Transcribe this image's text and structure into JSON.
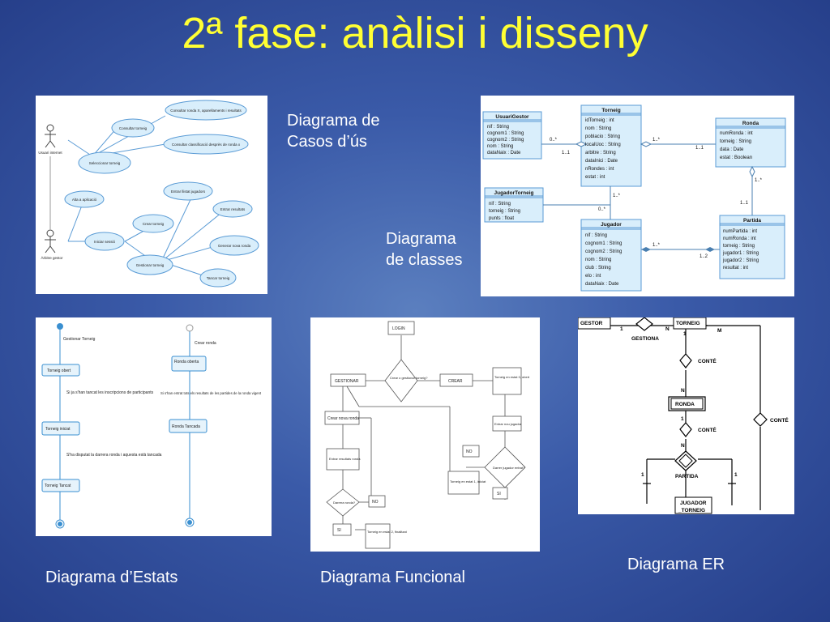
{
  "slide": {
    "title": "2ª fase: anàlisi i disseny"
  },
  "captions": {
    "use_cases_line1": "Diagrama de",
    "use_cases_line2": "Casos d’ús",
    "classes_line1": "Diagrama",
    "classes_line2": "de classes",
    "states": "Diagrama d’Estats",
    "functional": "Diagrama  Funcional",
    "er": "Diagrama  ER"
  },
  "use_case_diagram": {
    "actor_internet": "Usuari internet",
    "actor_admin": "Àrbitre gestor",
    "uc_consultar_ronda": "Consultar ronda X, aparellaments i resultats",
    "uc_consultar_torneig": "Consultar torneig",
    "uc_classificacio": "Consultar classificació desprès de ronda x",
    "uc_seleccionar": "Seleccionar torneig",
    "uc_alta": "Alta a aplicació",
    "uc_entrar_jugadors": "Entrar llistat jugadors",
    "uc_entrar_resultats": "Entrar resultats",
    "uc_crear": "Crear torneig",
    "uc_iniciar": "Iniciar sessió",
    "uc_generar": "Generar nova ronda",
    "uc_gestionar": "Gestionar torneig",
    "uc_tancar": "Tancar torneig"
  },
  "class_diagram": {
    "usuari": {
      "name": "UsuariGestor",
      "attrs": [
        "nif : String",
        "cognom1 : String",
        "cognom2 : String",
        "nom : String",
        "dataNaix : Date"
      ]
    },
    "torneig": {
      "name": "Torneig",
      "attrs": [
        "idTorneig : int",
        "nom : String",
        "poblacio : String",
        "localUoc : String",
        "arbitre : String",
        "dataInici : Date",
        "nRondes : int",
        "estat : int"
      ]
    },
    "ronda": {
      "name": "Ronda",
      "attrs": [
        "numRonda : int",
        "torneig : String",
        "data : Date",
        "estat : Boolean"
      ]
    },
    "jugadortorneig": {
      "name": "JugadorTorneig",
      "attrs": [
        "nif : String",
        "torneig : String",
        "punts : float"
      ]
    },
    "jugador": {
      "name": "Jugador",
      "attrs": [
        "nif : String",
        "cognom1 : String",
        "cognom2 : String",
        "nom : String",
        "club : String",
        "elo : int",
        "dataNaix : Date"
      ]
    },
    "partida": {
      "name": "Partida",
      "attrs": [
        "numPartida : int",
        "numRonda : int",
        "torneig : String",
        "jugador1 : String",
        "jugador2 : String",
        "resultat : int"
      ]
    },
    "mult_0n": "0..*",
    "mult_11": "1..1",
    "mult_1n": "1..*",
    "mult_12": "1..2"
  },
  "state_diagram": {
    "gestionar": "Gestionar Torneig",
    "obert": "Torneig obert",
    "note1": "Si ja s'han tancat les inscripcions de participants",
    "iniciat": "Torneig iniciat",
    "note2": "S'ha disputat la darrera ronda i aquesta està tancada",
    "tancat": "Torneig Tancat",
    "crear_ronda": "Crear ronda",
    "ronda_oberta": "Ronda oberta",
    "note3": "Si s'han entrat tots els resultats de les partides de la ronda vigent",
    "ronda_tancada": "Ronda Tancada"
  },
  "functional_diagram": {
    "login": "LOGIN",
    "decision": "Crear o gestionar torneig?",
    "gestionar": "GESTIONAR",
    "crear": "CREAR",
    "obert": "Torneig en estat 0, obert",
    "nova_ronda": "Crear nova ronda",
    "entrar_jugador": "Entrar nou jugador",
    "no1": "NO",
    "darrer_jugador": "Darrer jugador entrat?",
    "entrar_resultats": "Entrar resultats ronda",
    "iniciat": "Torneig en estat 1, iniciat",
    "si1": "SI",
    "darrera_ronda": "Darrera ronda?",
    "no2": "NO",
    "si2": "SI",
    "finalitzat": "Torneig en estat 2, finalitzat"
  },
  "er_diagram": {
    "gestor": "GESTOR",
    "torneig": "TORNEIG",
    "gestiona": "GESTIONA",
    "one": "1",
    "n": "N",
    "m": "M",
    "conte": "CONTÉ",
    "ronda": "RONDA",
    "partida": "PARTIDA",
    "jugador_torneig_1": "JUGADOR",
    "jugador_torneig_2": "_TORNEIG"
  }
}
